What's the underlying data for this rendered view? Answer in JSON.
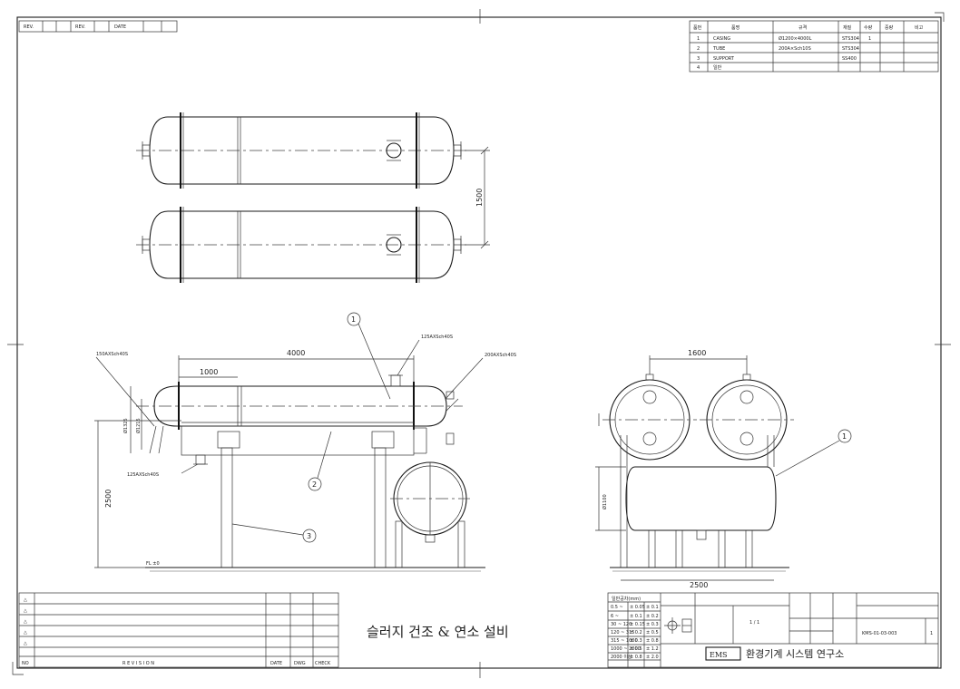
{
  "top_bar": {
    "cells": [
      "REV.",
      "",
      "",
      "REV.",
      "",
      "DATE",
      "",
      "",
      ""
    ]
  },
  "parts_table": {
    "headers": [
      "품번",
      "품명",
      "규격",
      "재질",
      "수량",
      "중량",
      "비고"
    ],
    "rows": [
      [
        "1",
        "CASING",
        "Ø1200×4000L",
        "STS304",
        "1",
        "",
        ""
      ],
      [
        "2",
        "TUBE",
        "200A×Sch10S",
        "STS304",
        "",
        "",
        ""
      ],
      [
        "3",
        "SUPPORT",
        "",
        "SS400",
        "",
        "",
        ""
      ],
      [
        "4",
        "일반",
        "",
        "",
        "",
        "",
        ""
      ]
    ]
  },
  "dimensions": {
    "top_spacing": "1500",
    "front_length": "4000",
    "front_sub": "1000",
    "front_height": "2500",
    "front_dia": "Ø1325",
    "front_inner": "Ø1215",
    "side_top": "1600",
    "side_bottom": "2500",
    "side_height": "Ø1100",
    "fl": "FL ±0"
  },
  "nozzles": {
    "n150": "150AXSch40S",
    "n125_top": "125AXSch40S",
    "n200": "200AXSch40S",
    "n125_bottom": "125AXSch40S"
  },
  "balloons": {
    "b1": "1",
    "b2": "2",
    "b3": "3",
    "b1_side": "1"
  },
  "revision": {
    "no_label": "NO",
    "revision_label": "R E V I S I O N",
    "date_label": "DATE",
    "dwg_label": "DWG",
    "check_label": "CHECK"
  },
  "title_block": {
    "drawing_title": "슬러지 건조 & 연소 설비",
    "company_logo": "EMS",
    "company_name": "환경기계 시스템 연구소",
    "scale": "1 / 1",
    "dwg_no": "KMS-01-03-003",
    "sheet": "1",
    "tolerance_header": "일반공차(mm)",
    "tolerance_rows": [
      [
        "0.5 ~",
        "± 0.05",
        "± 0.1"
      ],
      [
        "6 ~",
        "± 0.1",
        "± 0.2"
      ],
      [
        "30 ~ 120",
        "± 0.15",
        "± 0.3"
      ],
      [
        "120 ~ 315",
        "± 0.2",
        "± 0.5"
      ],
      [
        "315 ~ 1000",
        "± 0.3",
        "± 0.8"
      ],
      [
        "1000 ~ 2000",
        "± 0.5",
        "± 1.2"
      ],
      [
        "2000 이상",
        "± 0.8",
        "± 2.0"
      ]
    ]
  }
}
